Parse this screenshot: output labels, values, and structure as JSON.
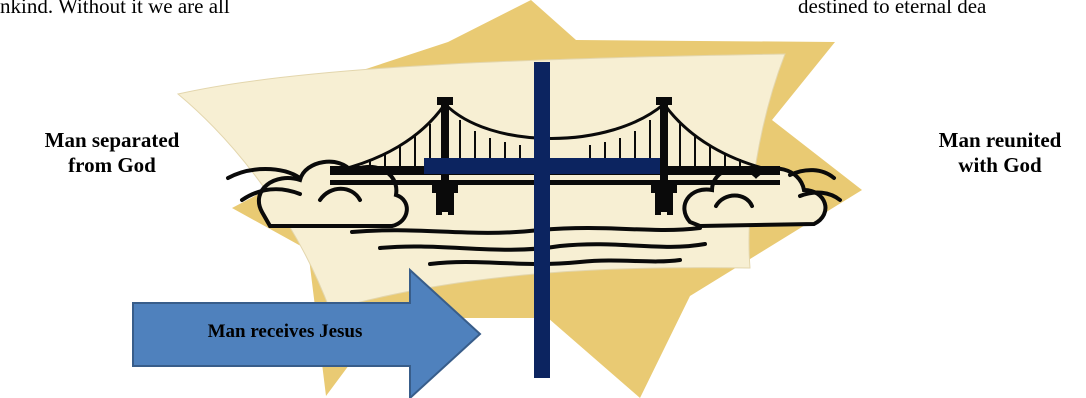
{
  "top_text": {
    "left": "nkind.  Without it we are all",
    "right": "destined to eternal dea"
  },
  "diagram": {
    "left_label": [
      "Man separated",
      "from God"
    ],
    "right_label": [
      "Man reunited",
      "with God"
    ],
    "arrow_label": "Man receives Jesus"
  },
  "colors": {
    "star": "#e9ca73",
    "paper": "#f6eccd",
    "cross": "#0c2460",
    "arrow_fill": "#4f81bd",
    "arrow_stroke": "#385d8a",
    "bridge": "#0a0a0a"
  },
  "icons": [
    "star-shape",
    "paper-banner",
    "suspension-bridge-icon",
    "cloud-icon",
    "cross-icon",
    "arrow-right"
  ]
}
